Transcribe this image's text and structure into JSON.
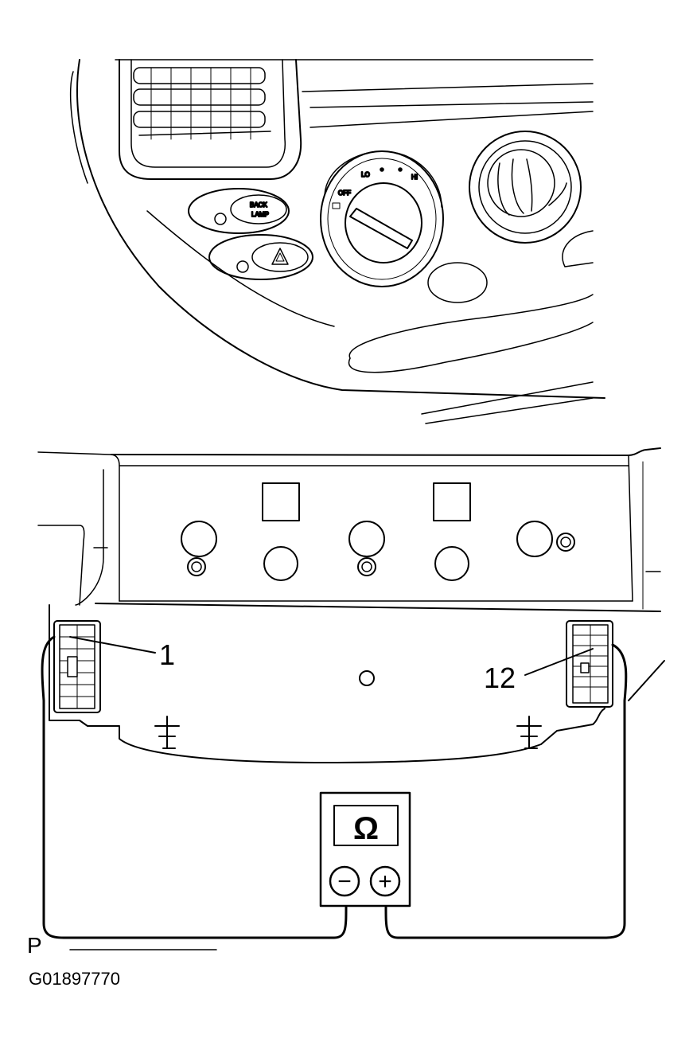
{
  "diagram": {
    "callouts": {
      "pin_1": "1",
      "pin_12": "12"
    },
    "panel_labels": {
      "back_lamp_line1": "BACK",
      "back_lamp_line2": "LAMP",
      "knob_off": "OFF",
      "knob_lo": "LO",
      "knob_hi": "HI"
    },
    "meter": {
      "symbol": "Ω",
      "minus": "−",
      "plus": "+"
    },
    "corner_letter": "P",
    "figure_id": "G01897770"
  }
}
